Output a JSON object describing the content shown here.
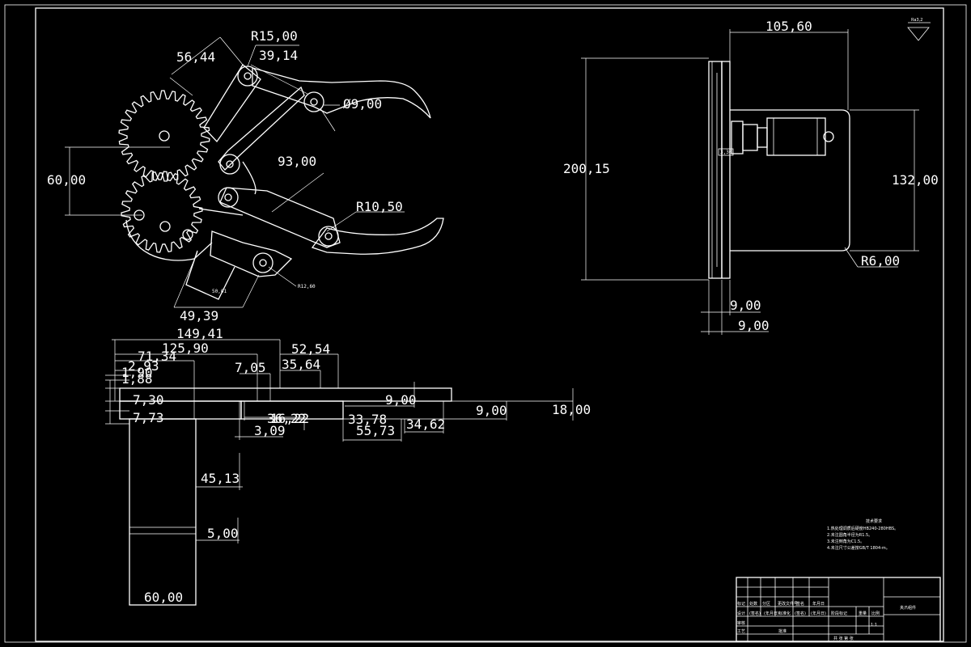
{
  "colors": {
    "background": "#000000",
    "lines": "#ffffff"
  },
  "gripper_view": {
    "dims": {
      "d56_44": "56,44",
      "r15": "R15,00",
      "d39_14": "39,14",
      "phi9": "Ø9,00",
      "d60": "60,00",
      "d93": "93,00",
      "r10_50": "R10,50",
      "d49_39": "49,39",
      "small1": "50,01",
      "small2": "R12,60"
    }
  },
  "side_view": {
    "dims": {
      "d105_60": "105,60",
      "d200_15": "200,15",
      "d132": "132,00",
      "r6": "R6,00",
      "d9a": "9,00",
      "d9b": "9,00",
      "small_a": "3,30"
    },
    "roughness_note": "Ra3,2"
  },
  "lower_view": {
    "dims": {
      "d149_41": "149,41",
      "d125_90": "125,90",
      "d71_34": "71,34",
      "d52_54": "52,54",
      "d2_93": "2,93",
      "d1_90": "1,90",
      "d1_88": "1,88",
      "d7_05": "7,05",
      "d35_64": "35,64",
      "d7_30": "7,30",
      "d7_73": "7,73",
      "d9a": "9,00",
      "d9b": "9,00",
      "d18": "18,00",
      "d36_22": "36,22",
      "d16_22": "16,22",
      "d33_78": "33,78",
      "d3_09": "3,09",
      "d55_73": "55,73",
      "d34_62": "34,62",
      "d45_13": "45,13",
      "d5": "5,00",
      "d60": "60,00"
    }
  },
  "tech_notes": {
    "title": "技术要求",
    "lines": [
      "1.热处理调质后硬度HB240-280HBS。",
      "2.未注圆角半径为R1.5。",
      "3.未注倒角为C1.5。",
      "4.未注尺寸公差按GB/T 1804-m。"
    ]
  },
  "title_block": {
    "drawing_name": "夹爪组件",
    "scale": "1:1",
    "row_labels": [
      "标记",
      "处数",
      "分区",
      "更改文件号",
      "签名",
      "年月日"
    ],
    "design_row": [
      "设计",
      "(签名)",
      "(年月日)",
      "标准化",
      "(签名)",
      "(年月日)"
    ],
    "stage_headers": [
      "阶段标记",
      "重量",
      "比例"
    ],
    "review": "审核",
    "process": "工艺",
    "approve": "批准",
    "sheets": "共 张 第 张"
  }
}
